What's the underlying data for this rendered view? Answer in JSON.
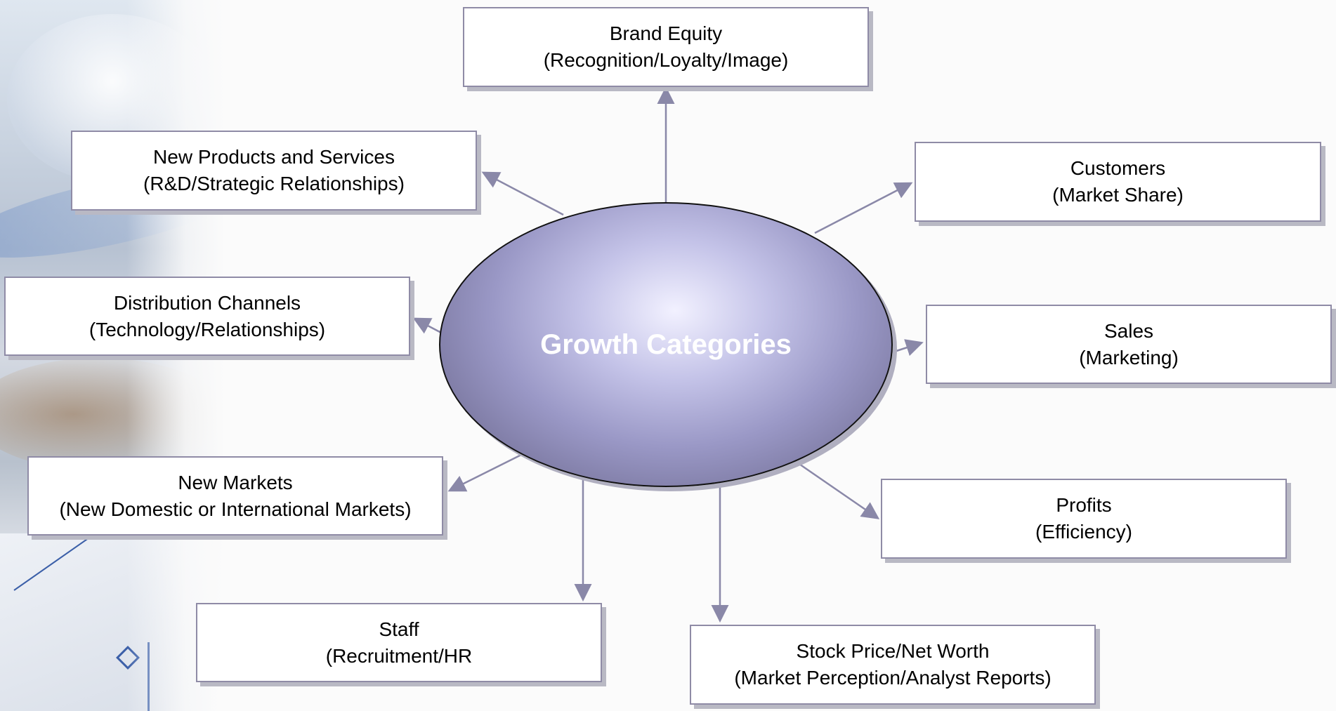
{
  "diagram": {
    "hub": {
      "label": "Growth Categories"
    },
    "nodes": [
      {
        "id": "brand-equity",
        "title": "Brand Equity",
        "subtitle": "(Recognition/Loyalty/Image)"
      },
      {
        "id": "new-products",
        "title": "New Products and Services",
        "subtitle": "(R&D/Strategic Relationships)"
      },
      {
        "id": "customers",
        "title": "Customers",
        "subtitle": "(Market Share)"
      },
      {
        "id": "distribution",
        "title": "Distribution Channels",
        "subtitle": "(Technology/Relationships)"
      },
      {
        "id": "sales",
        "title": "Sales",
        "subtitle": "(Marketing)"
      },
      {
        "id": "new-markets",
        "title": "New Markets",
        "subtitle": "(New Domestic or International Markets)"
      },
      {
        "id": "profits",
        "title": "Profits",
        "subtitle": "(Efficiency)"
      },
      {
        "id": "staff",
        "title": "Staff",
        "subtitle": "(Recruitment/HR"
      },
      {
        "id": "stock-price",
        "title": "Stock Price/Net Worth",
        "subtitle": "(Market Perception/Analyst Reports)"
      }
    ],
    "colors": {
      "box_border": "#8f8ba6",
      "box_shadow": "#b9b9c4",
      "connector": "#8a88a8",
      "hub_center": "#f2f1ff",
      "hub_edge": "#6d6a90",
      "hub_text": "#ffffff"
    }
  }
}
